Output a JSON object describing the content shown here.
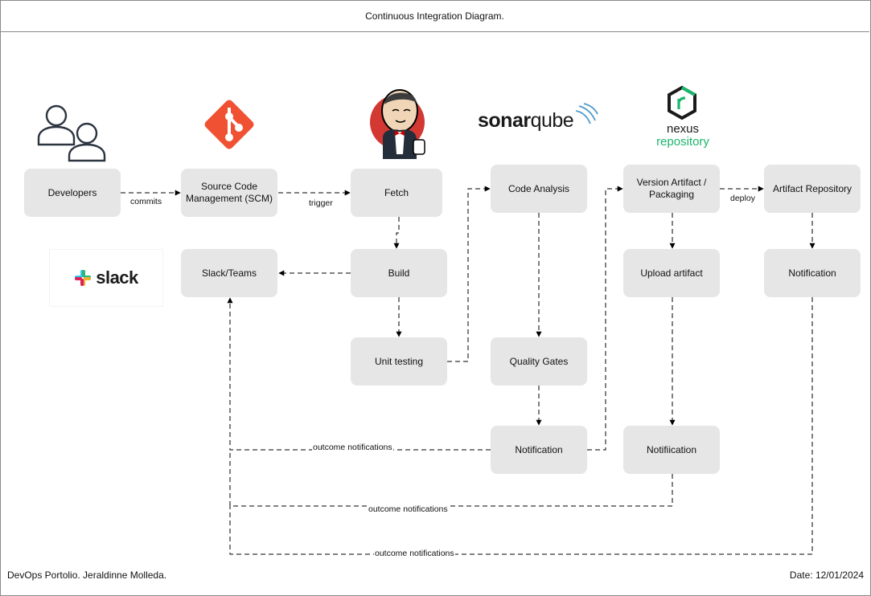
{
  "title": "Continuous Integration Diagram.",
  "footer": {
    "left": "DevOps Portolio. Jeraldinne Molleda.",
    "right": "Date: 12/01/2024"
  },
  "nodes": {
    "developers": "Developers",
    "scm": "Source Code Management (SCM)",
    "fetch": "Fetch",
    "code_analysis": "Code Analysis",
    "version_artifact": "Version Artifact / Packaging",
    "artifact_repository": "Artifact Repository",
    "slack_teams": "Slack/Teams",
    "build": "Build",
    "upload_artifact": "Upload artifact",
    "notification_repo": "Notification",
    "unit_testing": "Unit testing",
    "quality_gates": "Quality Gates",
    "notification_quality": "Notification",
    "notification_nexus": "Notifiication"
  },
  "edges": {
    "commits": "commits",
    "trigger": "trigger",
    "deploy": "deploy",
    "outcome_1": "outcome notifications",
    "outcome_2": "outcome notifications",
    "outcome_3": "outcome notifications"
  },
  "logos": {
    "sonarqube": {
      "part1": "sonar",
      "part2": "qube"
    },
    "nexus": {
      "line1": "nexus",
      "line2": "repository",
      "color": "#1bb56b"
    },
    "slack": "slack",
    "git_color": "#f05133"
  }
}
